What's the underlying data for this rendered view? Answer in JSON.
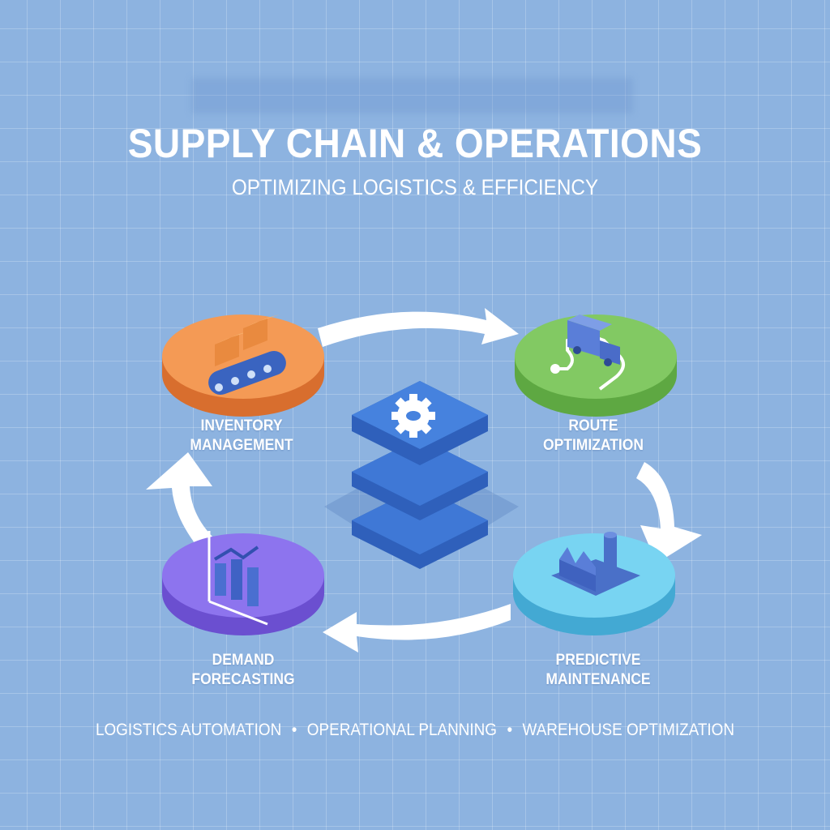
{
  "header": {
    "title": "SUPPLY CHAIN & OPERATIONS",
    "subtitle": "OPTIMIZING LOGISTICS & EFFICIENCY"
  },
  "nodes": [
    {
      "id": "inventory",
      "line1": "INVENTORY",
      "line2": "MANAGEMENT",
      "color": "#f08a45",
      "icon": "conveyor-boxes-icon"
    },
    {
      "id": "route",
      "line1": "ROUTE",
      "line2": "OPTIMIZATION",
      "color": "#7ac45a",
      "icon": "delivery-truck-icon"
    },
    {
      "id": "maintenance",
      "line1": "PREDICTIVE",
      "line2": "MAINTENANCE",
      "color": "#6ccbea",
      "icon": "factory-icon"
    },
    {
      "id": "forecasting",
      "line1": "DEMAND",
      "line2": "FORECASTING",
      "color": "#8a6ee8",
      "icon": "bar-chart-icon"
    }
  ],
  "center": {
    "icon": "gear-stack-icon",
    "color": "#3f78d6"
  },
  "footer": {
    "items": [
      "LOGISTICS AUTOMATION",
      "OPERATIONAL PLANNING",
      "WAREHOUSE OPTIMIZATION"
    ],
    "separator": "•"
  }
}
